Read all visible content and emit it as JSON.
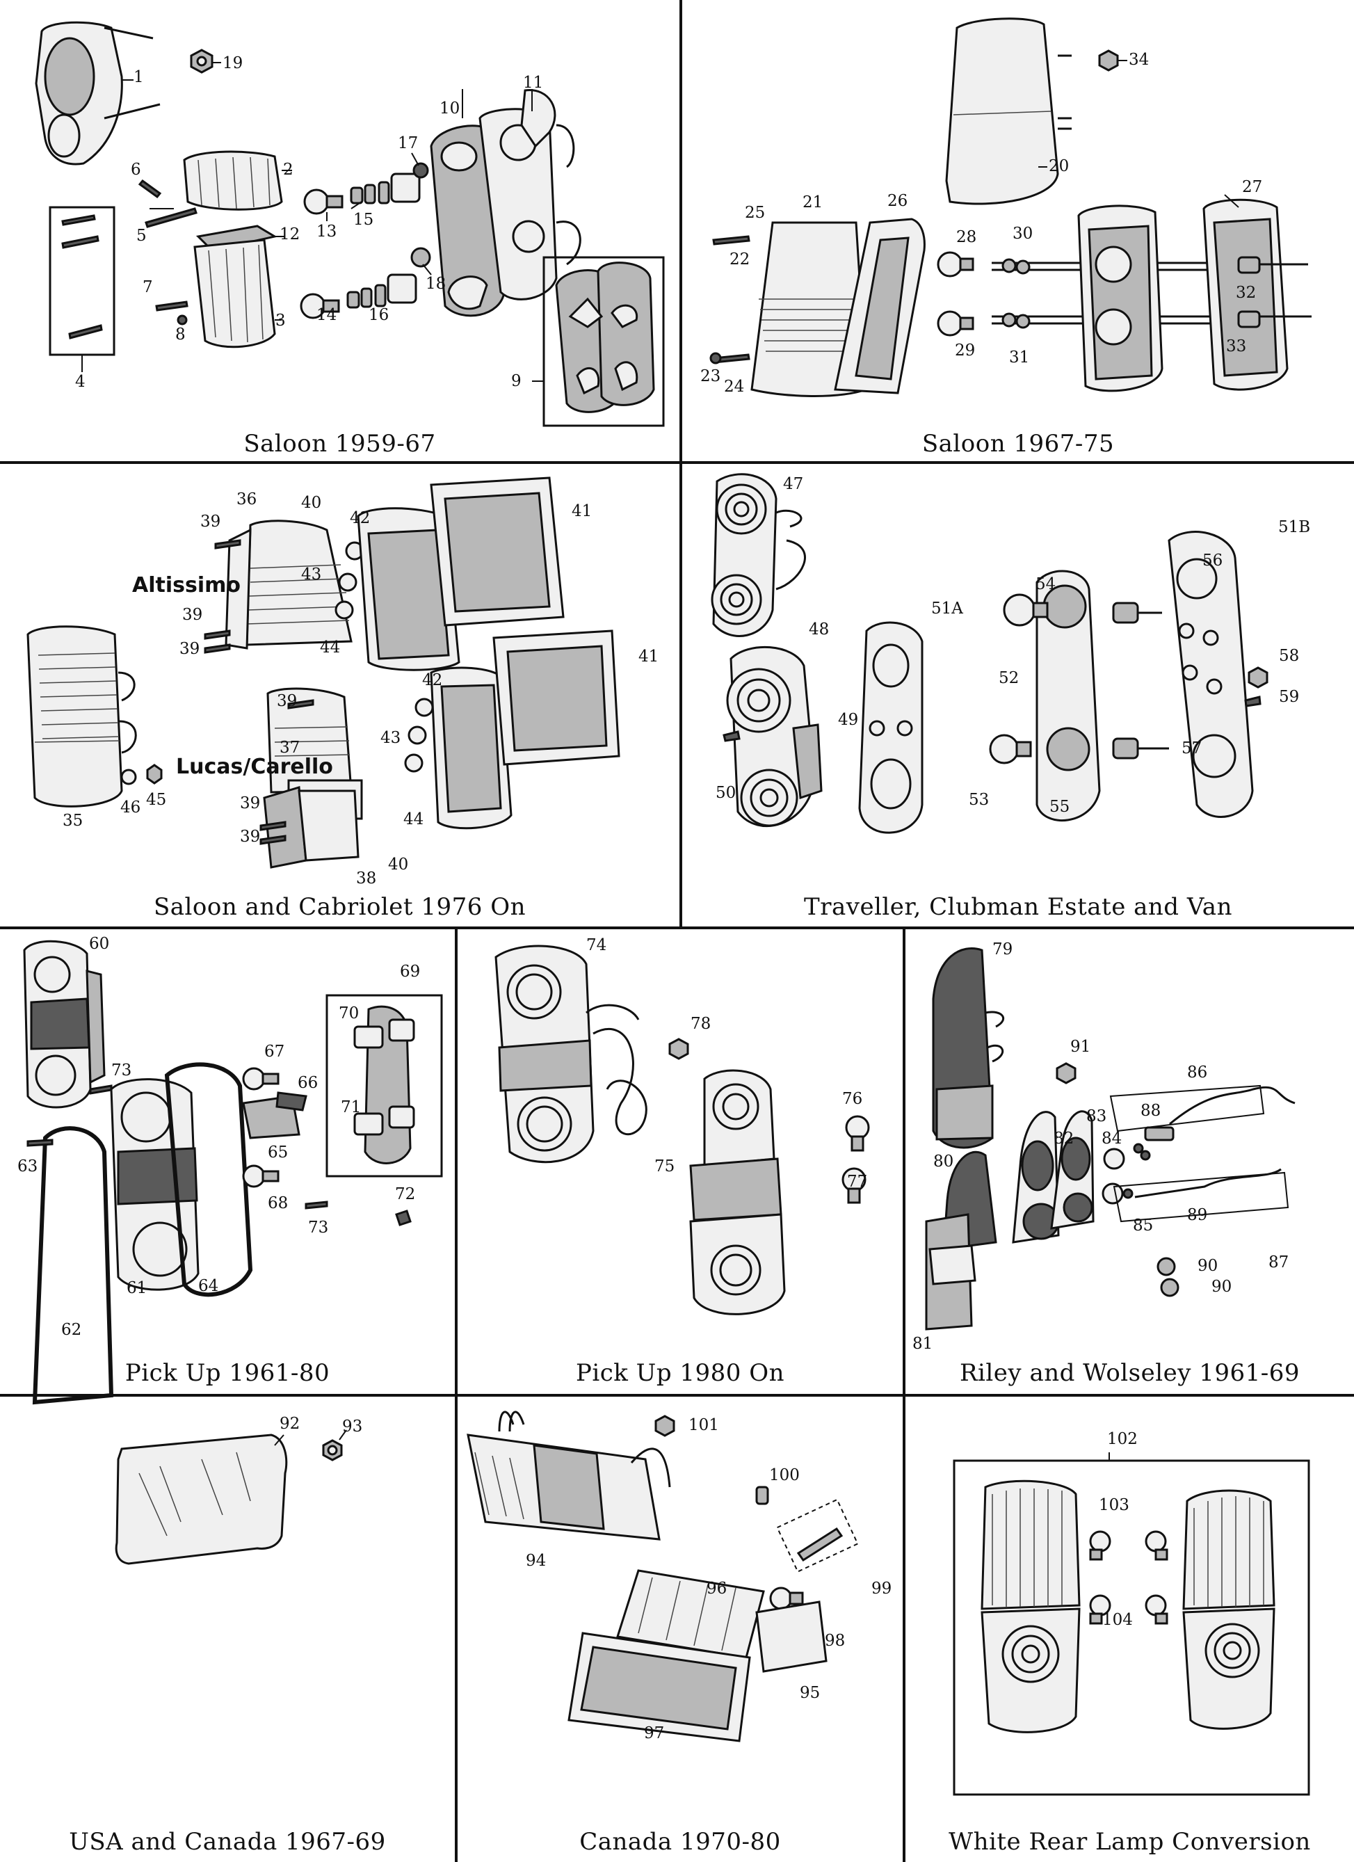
{
  "panels": {
    "saloon_1959": {
      "caption": "Saloon 1959-67",
      "callouts": [
        "1",
        "19",
        "2",
        "10",
        "11",
        "17",
        "6",
        "5",
        "12",
        "13",
        "15",
        "7",
        "8",
        "3",
        "4",
        "14",
        "16",
        "18",
        "9"
      ]
    },
    "saloon_1967": {
      "caption": "Saloon 1967-75",
      "callouts": [
        "34",
        "20",
        "25",
        "21",
        "26",
        "27",
        "22",
        "28",
        "30",
        "32",
        "29",
        "31",
        "33",
        "23",
        "24"
      ]
    },
    "saloon_1976": {
      "caption": "Saloon and Cabriolet 1976 On",
      "variant_top": "Altissimo",
      "variant_bottom": "Lucas/Carello",
      "callouts": [
        "36",
        "40",
        "39",
        "42",
        "41",
        "43",
        "39",
        "39",
        "44",
        "39",
        "42",
        "41",
        "37",
        "43",
        "46",
        "45",
        "35",
        "39",
        "39",
        "44",
        "40",
        "38"
      ]
    },
    "traveller": {
      "caption": "Traveller, Clubman Estate and Van",
      "callouts": [
        "47",
        "51B",
        "48",
        "51A",
        "56",
        "54",
        "52",
        "58",
        "59",
        "49",
        "50",
        "57",
        "53",
        "55"
      ]
    },
    "pickup_1961": {
      "caption": "Pick Up 1961-80",
      "callouts": [
        "60",
        "69",
        "70",
        "67",
        "73",
        "66",
        "63",
        "65",
        "71",
        "68",
        "73",
        "72",
        "61",
        "64",
        "62"
      ]
    },
    "pickup_1980": {
      "caption": "Pick Up 1980 On",
      "callouts": [
        "74",
        "78",
        "76",
        "75",
        "77"
      ]
    },
    "riley": {
      "caption": "Riley and Wolseley 1961-69",
      "callouts": [
        "79",
        "91",
        "86",
        "83",
        "88",
        "82",
        "84",
        "80",
        "89",
        "85",
        "90",
        "87",
        "90",
        "81"
      ]
    },
    "usa": {
      "caption": "USA and Canada 1967-69",
      "callouts": [
        "92",
        "93"
      ]
    },
    "canada": {
      "caption": "Canada 1970-80",
      "callouts": [
        "101",
        "94",
        "100",
        "96",
        "99",
        "98",
        "95",
        "97"
      ]
    },
    "white": {
      "caption": "White Rear Lamp Conversion",
      "callouts": [
        "102",
        "103",
        "104"
      ]
    }
  }
}
